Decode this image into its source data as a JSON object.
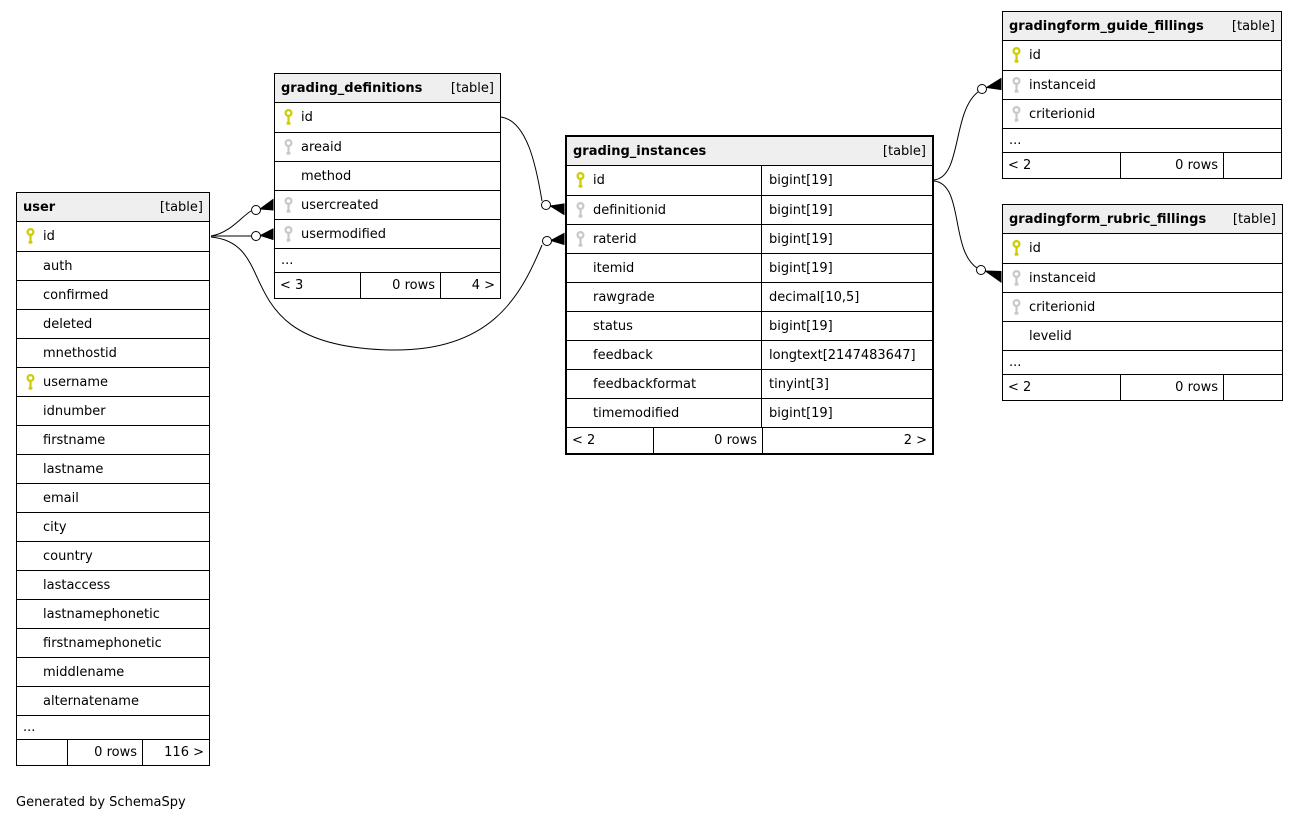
{
  "caption": "Generated by SchemaSpy",
  "colors": {
    "primary_key": "#cccc00",
    "foreign_key": "#c8c8c8",
    "header_bg": "#efefef",
    "border": "#000000"
  },
  "tables": [
    {
      "name": "user",
      "tag": "[table]",
      "columns": [
        {
          "name": "id",
          "key": "primary"
        },
        {
          "name": "auth"
        },
        {
          "name": "confirmed"
        },
        {
          "name": "deleted"
        },
        {
          "name": "mnethostid"
        },
        {
          "name": "username",
          "key": "primary"
        },
        {
          "name": "idnumber"
        },
        {
          "name": "firstname"
        },
        {
          "name": "lastname"
        },
        {
          "name": "email"
        },
        {
          "name": "city"
        },
        {
          "name": "country"
        },
        {
          "name": "lastaccess"
        },
        {
          "name": "lastnamephonetic"
        },
        {
          "name": "firstnamephonetic"
        },
        {
          "name": "middlename"
        },
        {
          "name": "alternatename"
        }
      ],
      "ellipsis": "...",
      "footer": {
        "left": "",
        "center": "0 rows",
        "right": "116 >"
      }
    },
    {
      "name": "grading_definitions",
      "tag": "[table]",
      "columns": [
        {
          "name": "id",
          "key": "primary"
        },
        {
          "name": "areaid",
          "key": "foreign"
        },
        {
          "name": "method"
        },
        {
          "name": "usercreated",
          "key": "foreign"
        },
        {
          "name": "usermodified",
          "key": "foreign"
        }
      ],
      "ellipsis": "...",
      "footer": {
        "left": "< 3",
        "center": "0 rows",
        "right": "4 >"
      }
    },
    {
      "name": "grading_instances",
      "tag": "[table]",
      "columns": [
        {
          "name": "id",
          "type": "bigint[19]",
          "key": "primary"
        },
        {
          "name": "definitionid",
          "type": "bigint[19]",
          "key": "foreign"
        },
        {
          "name": "raterid",
          "type": "bigint[19]",
          "key": "foreign"
        },
        {
          "name": "itemid",
          "type": "bigint[19]"
        },
        {
          "name": "rawgrade",
          "type": "decimal[10,5]"
        },
        {
          "name": "status",
          "type": "bigint[19]"
        },
        {
          "name": "feedback",
          "type": "longtext[2147483647]"
        },
        {
          "name": "feedbackformat",
          "type": "tinyint[3]"
        },
        {
          "name": "timemodified",
          "type": "bigint[19]"
        }
      ],
      "footer": {
        "left": "< 2",
        "center": "0 rows",
        "right": "2 >"
      }
    },
    {
      "name": "gradingform_guide_fillings",
      "tag": "[table]",
      "columns": [
        {
          "name": "id",
          "key": "primary"
        },
        {
          "name": "instanceid",
          "key": "foreign"
        },
        {
          "name": "criterionid",
          "key": "foreign"
        }
      ],
      "ellipsis": "...",
      "footer": {
        "left": "< 2",
        "center": "0 rows",
        "right": ""
      }
    },
    {
      "name": "gradingform_rubric_fillings",
      "tag": "[table]",
      "columns": [
        {
          "name": "id",
          "key": "primary"
        },
        {
          "name": "instanceid",
          "key": "foreign"
        },
        {
          "name": "criterionid",
          "key": "foreign"
        },
        {
          "name": "levelid"
        }
      ],
      "ellipsis": "...",
      "footer": {
        "left": "< 2",
        "center": "0 rows",
        "right": ""
      }
    }
  ],
  "relationships": [
    {
      "parent": "user.id",
      "child": "grading_definitions.usercreated"
    },
    {
      "parent": "user.id",
      "child": "grading_definitions.usermodified"
    },
    {
      "parent": "user.id",
      "child": "grading_instances.raterid"
    },
    {
      "parent": "grading_definitions.id",
      "child": "grading_instances.definitionid"
    },
    {
      "parent": "grading_instances.id",
      "child": "gradingform_guide_fillings.instanceid"
    },
    {
      "parent": "grading_instances.id",
      "child": "gradingform_rubric_fillings.instanceid"
    }
  ]
}
